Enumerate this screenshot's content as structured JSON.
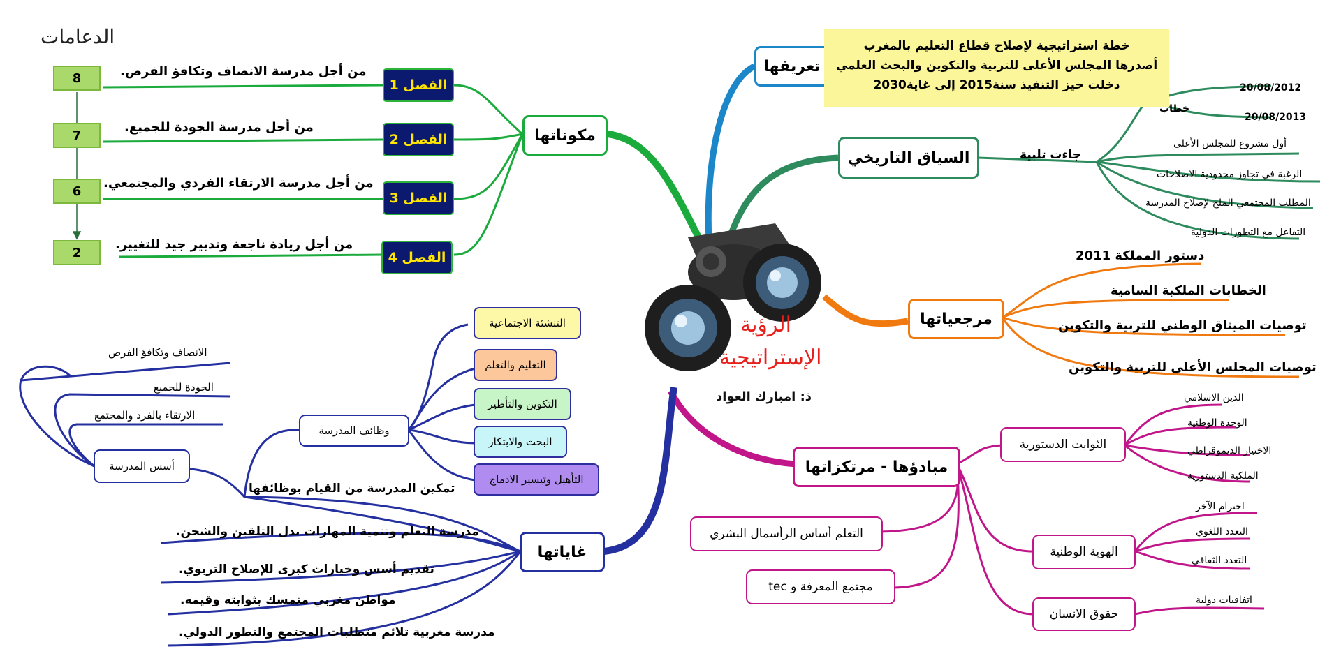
{
  "title": {
    "line1": "الرؤية",
    "line2": "الإستراتيجية",
    "author": "ذ: امبارك العواد"
  },
  "supports": {
    "heading": "الدعامات",
    "numbers": [
      "8",
      "7",
      "6",
      "2"
    ]
  },
  "components": {
    "label": "مكوناتها",
    "chapters": [
      {
        "label": "الفصل 1",
        "text": "من أجل مدرسة الانصاف وتكافؤ الفرص."
      },
      {
        "label": "الفصل 2",
        "text": "من أجل مدرسة الجودة للجميع."
      },
      {
        "label": "الفصل 3",
        "text": "من أجل مدرسة الارتقاء الفردي والمجتمعي."
      },
      {
        "label": "الفصل 4",
        "text": "من أجل ريادة ناجعة وتدبير جيد للتغيير."
      }
    ]
  },
  "definition": {
    "label": "تعريفها",
    "lines": [
      "خطة استراتيجية لإصلاح قطاع التعليم بالمغرب",
      "أصدرها المجلس الأعلى للتربية والتكوين والبحث العلمي",
      "دخلت حيز التنفيذ سنة2015  إلى غاية2030"
    ]
  },
  "history": {
    "label": "السياق التاريخي",
    "sub": "جاءت تلبية",
    "speech": "خطاب",
    "dates": [
      "20/08/2012",
      "20/08/2013"
    ],
    "items": [
      "أول مشروع للمجلس الأعلى",
      "الرغبة في تجاوز محدودية الاصلاحات",
      "المطلب المجتمعي الملح لإصلاح المدرسة",
      "التفاعل مع التطورات الدولية"
    ]
  },
  "references": {
    "label": "مرجعياتها",
    "items": [
      "دستور المملكة  2011",
      "الخطابات الملكية السامية",
      "توصيات الميثاق الوطني للتربية والتكوين",
      "توصيات المجلس الأعلى للتربية والتكوين"
    ]
  },
  "principles": {
    "label": "مبادؤها - مرتكزاتها",
    "constitutional": {
      "label": "الثوابت الدستورية",
      "items": [
        "الدين الاسلامي",
        "الوحدة الوطنية",
        "الاختيار الديموقراطي",
        "الملكية الدستورية"
      ]
    },
    "identity": {
      "label": "الهوية الوطنية",
      "items": [
        "احترام الآخر",
        "التعدد اللغوي",
        "التعدد الثقافي"
      ]
    },
    "rights": {
      "label": "حقوق الانسان",
      "items": [
        "اتفاقيات دولية"
      ]
    },
    "learning": "التعلم أساس الرأسمال البشري",
    "knowledge": "مجتمع المعرفة و tec"
  },
  "goals": {
    "label": "غاياتها",
    "enable": "تمكين المدرسة من القيام بوظائفها",
    "items": [
      "مدرسة التعلم وتنمية المهارات بدل التلقين والشحن.",
      "تقديم أسس وخيارات كبرى للإصلاح التربوي.",
      "مواطن مغربي متمسك بثوابته وقيمه.",
      "مدرسة مغربية تلائم متطلبات المجتمع والتطور الدولي."
    ],
    "functions_label": "وظائف المدرسة",
    "functions": [
      {
        "label": "التنشئة الاجتماعية",
        "color": "#fdf7a8"
      },
      {
        "label": "التعليم والتعلم",
        "color": "#fcc79a"
      },
      {
        "label": "التكوين والتأطير",
        "color": "#c8f5c8"
      },
      {
        "label": "البحث والابتكار",
        "color": "#c8f5f8"
      },
      {
        "label": "التأهيل وتيسير الادماج",
        "color": "#b08cf0"
      }
    ],
    "foundations_label": "أسس المدرسة",
    "foundations": [
      "الانصاف وتكافؤ الفرص",
      "الجودة للجميع",
      "الارتقاء بالفرد والمجتمع"
    ]
  },
  "colors": {
    "green": "#1aab3c",
    "blue_def": "#1b86c8",
    "history": "#2e8b5e",
    "orange": "#f07a10",
    "magenta": "#c0168a",
    "navy": "#2530a0",
    "def_box": "#fbf69a",
    "title_red": "#e8201c"
  }
}
